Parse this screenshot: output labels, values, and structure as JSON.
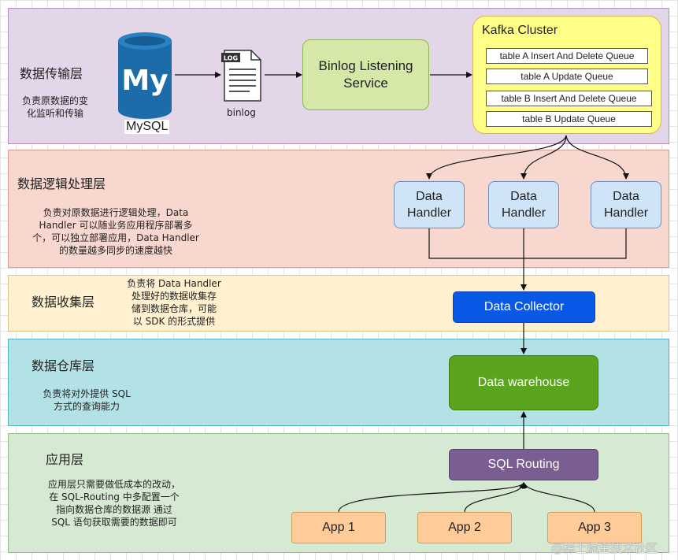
{
  "layers": {
    "transport": {
      "title": "数据传输层",
      "desc_lines": [
        "负责原数据的变",
        "化监听和传输"
      ]
    },
    "logic": {
      "title": "数据逻辑处理层",
      "desc_lines": [
        "负责对原数据进行逻辑处理，Data",
        "Handler 可以随业务应用程序部署多",
        "个，可以独立部署应用，Data Handler",
        "的数量越多同步的速度越快"
      ]
    },
    "collect": {
      "title": "数据收集层",
      "desc_lines": [
        "负责将 Data Handler",
        "处理好的数据收集存",
        "储到数据仓库，可能",
        "以 SDK 的形式提供"
      ]
    },
    "warehouse": {
      "title": "数据仓库层",
      "desc_lines": [
        "负责将对外提供 SQL",
        "方式的查询能力"
      ]
    },
    "app": {
      "title": "应用层",
      "desc_lines": [
        "应用层只需要做低成本的改动，",
        "在 SQL-Routing 中多配置一个",
        "指向数据仓库的数据源 通过",
        "SQL 语句获取需要的数据即可"
      ]
    }
  },
  "nodes": {
    "mysql": {
      "logo_text": "My",
      "label": "MySQL"
    },
    "binlog": {
      "tag": "LOG",
      "label": "binlog"
    },
    "binlog_service": {
      "line1": "Binlog Listening",
      "line2": "Service"
    },
    "kafka": {
      "title": "Kafka Cluster",
      "queues": [
        "table A Insert And Delete Queue",
        "table A Update Queue",
        "table B Insert And Delete Queue",
        "table B Update Queue"
      ]
    },
    "handlers": [
      {
        "line1": "Data",
        "line2": "Handler"
      },
      {
        "line1": "Data",
        "line2": "Handler"
      },
      {
        "line1": "Data",
        "line2": "Handler"
      }
    ],
    "collector": "Data Collector",
    "warehouse": "Data warehouse",
    "routing": "SQL Routing",
    "apps": [
      "App 1",
      "App 2",
      "App 3"
    ]
  },
  "watermark": "@稀土掘金技术社区",
  "colors": {
    "transport_bg": "#e2d6e8",
    "logic_bg": "#f8d7cf",
    "collect_bg": "#fff0cf",
    "warehouse_bg": "#b3e2e6",
    "app_bg": "#d6e9d2",
    "mysql_blue": "#1b6ca8",
    "collector": "#0a58e6",
    "warehouse": "#5aa51d",
    "routing": "#7a5e92",
    "app": "#ffcc99"
  }
}
